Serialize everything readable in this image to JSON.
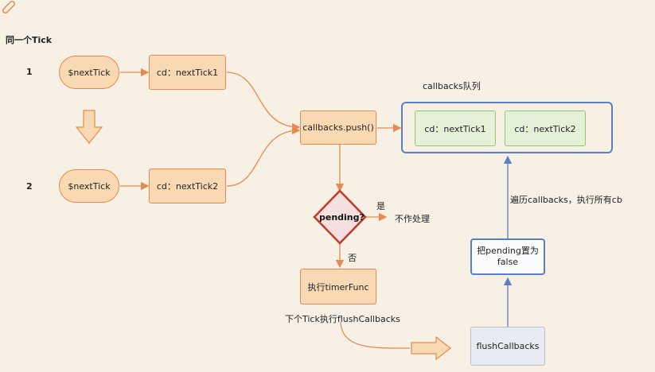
{
  "title": "同一个Tick",
  "rows": [
    {
      "num": "1",
      "nexttick": "$nextTick",
      "cd": "cd：nextTick1"
    },
    {
      "num": "2",
      "nexttick": "$nextTick",
      "cd": "cd：nextTick2"
    }
  ],
  "push": "callbacks.push()",
  "queue": {
    "label": "callbacks队列",
    "items": [
      "cd：nextTick1",
      "cd：nextTick2"
    ]
  },
  "decision": {
    "label": "pending?",
    "yes": "是",
    "yes_action": "不作处理",
    "no": "否"
  },
  "timer": "执行timerFunc",
  "next_tick_note": "下个Tick执行flushCallbacks",
  "flush": "flushCallbacks",
  "set_pending": "把pending置为\nfalse",
  "traverse": "遍历callbacks，执行所有cb",
  "colors": {
    "orange_fill": "#f8d9b4",
    "orange_stroke": "#e8894f",
    "blue_stroke": "#5b7ec4",
    "green_stroke": "#8fc66f",
    "green_fill": "#e4f1d8",
    "red_stroke": "#c0392b",
    "gray_fill": "#e7eaf0"
  },
  "icons": [
    "link-icon",
    "down-arrow-icon",
    "right-arrow-icon"
  ]
}
